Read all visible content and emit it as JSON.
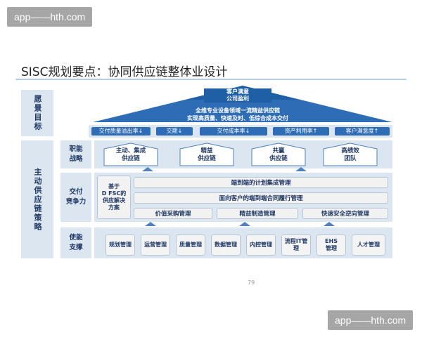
{
  "watermark": "app——hth.com",
  "title": "SISC规划要点：协同供应链整体业设计",
  "left_panel": {
    "vision": "愿景目标",
    "strategy": "主动供应链策略"
  },
  "row_labels": {
    "function": [
      "职能",
      "战略"
    ],
    "delivery": [
      "交付",
      "竞争力"
    ],
    "enable": [
      "使能",
      "支撑"
    ]
  },
  "roof": {
    "top": [
      "客户满意",
      "公司盈利"
    ],
    "band": [
      "全维专业设备领域一流精益供应链",
      "实现高质量、快速及时、低综合成本交付"
    ]
  },
  "kpis": [
    "交付质量溢出率↓",
    "交期↓",
    "交付成本率↓",
    "资产利用率↑",
    "客户满意度↑"
  ],
  "function_houses": [
    [
      "主动、集成",
      "供应链"
    ],
    [
      "精益",
      "供应链"
    ],
    [
      "共赢",
      "供应链"
    ],
    [
      "高绩效",
      "团队"
    ]
  ],
  "delivery_side": [
    "基于",
    "D FSC的",
    "供应解决",
    "方案"
  ],
  "delivery_bars": [
    "端到端的计划集成管理",
    "面向客户的端到端合同履行管理"
  ],
  "delivery_bottom": [
    "价值采购管理",
    "精益制造管理",
    "快速安全逆向管理"
  ],
  "enable_items": [
    [
      "规划管理"
    ],
    [
      "运营管理"
    ],
    [
      "质量管理"
    ],
    [
      "数据管理"
    ],
    [
      "内控管理"
    ],
    [
      "流程IT管",
      "理"
    ],
    [
      "EHS",
      "管理"
    ],
    [
      "人才管理"
    ]
  ],
  "page_number": "79",
  "colors": {
    "dark_blue": "#1f5fa5",
    "mid_blue": "#2e6cb5",
    "light_blue": "#4f81bd",
    "panel": "#dce6f1"
  }
}
